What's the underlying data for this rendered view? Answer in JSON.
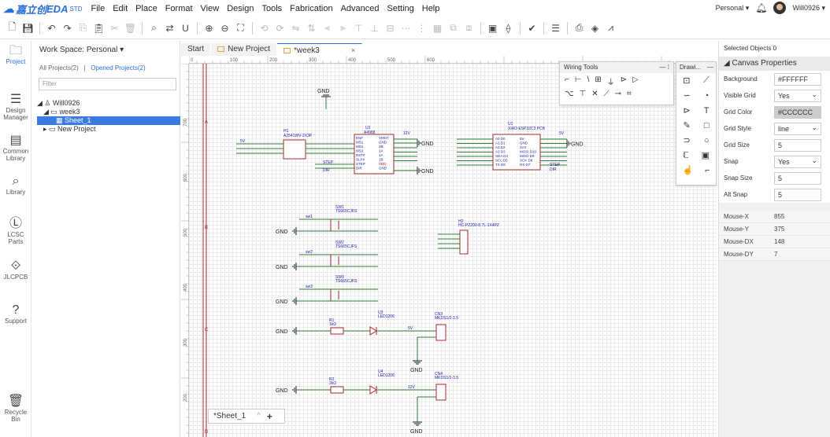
{
  "app": {
    "logo_cn": "嘉立创",
    "logo_en": "EDA",
    "logo_std": "STD"
  },
  "menu": [
    "File",
    "Edit",
    "Place",
    "Format",
    "View",
    "Design",
    "Tools",
    "Fabrication",
    "Advanced",
    "Setting",
    "Help"
  ],
  "user": {
    "workspace": "Personal ▾",
    "name": "Will0926 ▾"
  },
  "leftbar": [
    {
      "label": "Project",
      "icon": "folder-icon"
    },
    {
      "label": "Design Manager",
      "icon": "design-manager-icon"
    },
    {
      "label": "Common Library",
      "icon": "library-chip-icon"
    },
    {
      "label": "Library",
      "icon": "search-library-icon"
    },
    {
      "label": "LCSC Parts",
      "icon": "lcsc-icon"
    },
    {
      "label": "JLCPCB",
      "icon": "jlcpcb-icon"
    },
    {
      "label": "Support",
      "icon": "help-icon"
    },
    {
      "label": "Recycle Bin",
      "icon": "trash-icon"
    }
  ],
  "project": {
    "workspace": "Work Space: Personal ▾",
    "all_projects": "All Projects(2)",
    "opened_projects": "Opened Projects(2)",
    "filter_placeholder": "Filter",
    "tree": [
      {
        "label": "Will0926",
        "indent": 0,
        "selected": false,
        "prefix": "◢ ♙ "
      },
      {
        "label": "week3",
        "indent": 1,
        "selected": false,
        "prefix": "◢ ▭ "
      },
      {
        "label": "Sheet_1",
        "indent": 3,
        "selected": true,
        "prefix": "▦ "
      },
      {
        "label": "New Project",
        "indent": 1,
        "selected": false,
        "prefix": "▸ ▭ "
      }
    ]
  },
  "tabs": [
    {
      "label": "Start",
      "active": false,
      "file": false
    },
    {
      "label": "New Project",
      "active": false,
      "file": true
    },
    {
      "label": "*week3",
      "active": true,
      "file": true
    }
  ],
  "ruler": {
    "top": [
      "0",
      "100",
      "200",
      "300",
      "400",
      "500",
      "600"
    ],
    "left": [
      "700",
      "600",
      "500",
      "400",
      "300",
      "200"
    ]
  },
  "sheet_tab": {
    "label": "*Sheet_1"
  },
  "wiring_tools": {
    "title": "Wiring Tools",
    "row1": [
      "⌐",
      "⊢",
      "\\",
      "⊞",
      "⏚",
      "⊳",
      "▷"
    ],
    "row2": [
      "⌥",
      "⊤",
      "✕",
      "⟋",
      "⊸",
      "⌗"
    ]
  },
  "drawing_tools": {
    "title": "Drawi...",
    "icons": [
      "⊡",
      "⟋",
      "∽",
      "◔",
      "⊳",
      "T",
      "✎",
      "□",
      "⊃",
      "○",
      "ℂ",
      "▣",
      "☝",
      "⌐"
    ]
  },
  "right_panel": {
    "selected_objects": "Selected Objects   0",
    "canvas_props": "◢ Canvas Properties",
    "props": [
      {
        "k": "Background",
        "v": "#FFFFFF",
        "style": ""
      },
      {
        "k": "Visible Grid",
        "v": "Yes",
        "style": "sel"
      },
      {
        "k": "Grid Color",
        "v": "#CCCCCC",
        "style": "gray"
      },
      {
        "k": "Grid Style",
        "v": "line",
        "style": "sel"
      },
      {
        "k": "Grid Size",
        "v": "5",
        "style": ""
      },
      {
        "k": "Snap",
        "v": "Yes",
        "style": "sel"
      },
      {
        "k": "Snap Size",
        "v": "5",
        "style": ""
      },
      {
        "k": "Alt Snap",
        "v": "5",
        "style": ""
      }
    ],
    "mouse": [
      {
        "k": "Mouse-X",
        "v": "855"
      },
      {
        "k": "Mouse-Y",
        "v": "375"
      },
      {
        "k": "Mouse-DX",
        "v": "148"
      },
      {
        "k": "Mouse-DY",
        "v": "7"
      }
    ]
  },
  "schematic": {
    "frame_letters": [
      "A",
      "B",
      "C",
      "D"
    ],
    "gnd": "GND",
    "h1": {
      "ref": "H1",
      "name": "A2541WV-2X3P"
    },
    "u2": {
      "ref": "U2",
      "name": "A4988",
      "left_pins": [
        "EN#",
        "MS1",
        "MS2",
        "MS3",
        "RST#",
        "SLP#",
        "STEP",
        "DIR"
      ],
      "right_pins": [
        "VMOT",
        "GND",
        "2B",
        "2A",
        "1A",
        "1B",
        "VDD",
        "GND"
      ],
      "power": "12V"
    },
    "u1": {
      "ref": "U1",
      "name": "XIAO ESP32C3 PCB",
      "left_pins": [
        "A0 D0",
        "A1 D1",
        "A2 D2",
        "A3 D3",
        "SDA D4",
        "SCL D5",
        "TX D6"
      ],
      "right_pins": [
        "5V",
        "GND",
        "3V3",
        "MOSI D10",
        "MISO D9",
        "SCK D8",
        "RX D7"
      ],
      "power": "5V"
    },
    "net_labels": {
      "step": "STEP",
      "dir": "DIR",
      "step2": "STEP",
      "dir2": "DIR",
      "sw1net": "sw1",
      "sw2net": "sw2",
      "sw3net": "sw3",
      "v5": "5V",
      "v12": "12V",
      "h1v": "5V"
    },
    "sw1": {
      "ref": "SW1",
      "name": "TS665CJFS"
    },
    "sw2": {
      "ref": "SW2",
      "name": "TS665CJFS"
    },
    "sw3": {
      "ref": "SW3",
      "name": "TS665CJFS"
    },
    "h2": {
      "ref": "H2",
      "name": "HC-PZ200-8.7L-1X4PZ"
    },
    "r1": {
      "ref": "R1",
      "name": "1kΩ"
    },
    "r2": {
      "ref": "R2",
      "name": "2kΩ"
    },
    "u3": {
      "ref": "U3",
      "name": "LED1206"
    },
    "u4": {
      "ref": "U4",
      "name": "LED1206"
    },
    "cn3": {
      "ref": "CN3",
      "name": "MKDS1/2-3.5"
    },
    "cn4": {
      "ref": "CN4",
      "name": "MKDS1/2-3.5"
    }
  }
}
